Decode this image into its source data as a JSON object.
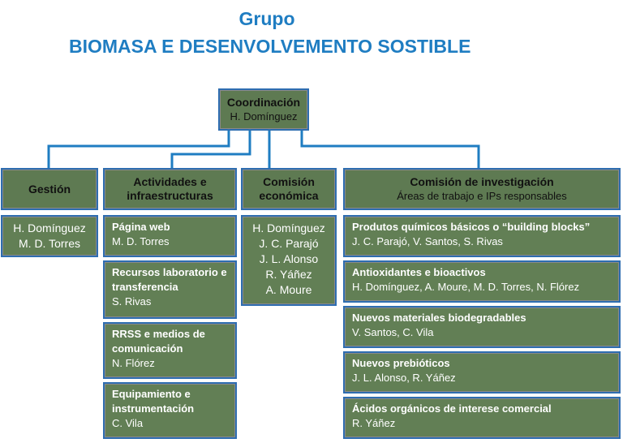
{
  "title": {
    "line1": "Grupo",
    "line2": "BIOMASA E DESENVOLVEMENTO SOSTIBLE"
  },
  "coordination": {
    "title": "Coordinación",
    "name": "H. Domínguez"
  },
  "gestion": {
    "title": "Gestión",
    "names": [
      "H. Domínguez",
      "M. D. Torres"
    ]
  },
  "activities": {
    "title": "Actividades e infraestructuras",
    "items": [
      {
        "title": "Página web",
        "name": "M. D. Torres"
      },
      {
        "title": "Recursos laboratorio e transferencia",
        "name": "S. Rivas"
      },
      {
        "title": "RRSS e medios de comunicación",
        "name": "N. Flórez"
      },
      {
        "title": "Equipamiento e instrumentación",
        "name": "C. Vila"
      }
    ]
  },
  "economic": {
    "title": "Comisión económica",
    "names": [
      "H. Domínguez",
      "J. C. Parajó",
      "J. L. Alonso",
      "R. Yáñez",
      "A. Moure"
    ]
  },
  "research": {
    "title": "Comisión de investigación",
    "subtitle": "Áreas de trabajo e IPs responsables",
    "items": [
      {
        "title": "Produtos químicos básicos o “building blocks”",
        "name": "J. C. Parajó, V. Santos, S. Rivas"
      },
      {
        "title": "Antioxidantes e bioactivos",
        "name": "H. Domínguez, A. Moure, M. D. Torres, N. Flórez"
      },
      {
        "title": "Nuevos materiales biodegradables",
        "name": "V. Santos, C. Vila"
      },
      {
        "title": "Nuevos prebióticos",
        "name": "J. L. Alonso, R. Yáñez"
      },
      {
        "title": "Ácidos orgánicos de interese comercial",
        "name": "R. Yáñez"
      }
    ]
  }
}
